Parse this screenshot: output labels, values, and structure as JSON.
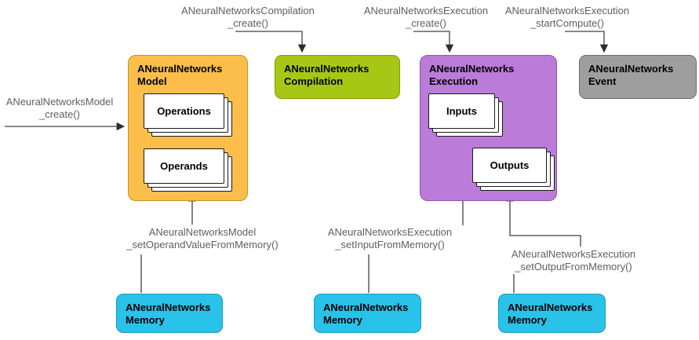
{
  "boxes": {
    "model": {
      "line1": "ANeuralNetworks",
      "line2": "Model"
    },
    "compilation": {
      "line1": "ANeuralNetworks",
      "line2": "Compilation"
    },
    "execution": {
      "line1": "ANeuralNetworks",
      "line2": "Execution"
    },
    "event": {
      "line1": "ANeuralNetworks",
      "line2": "Event"
    },
    "memory1": {
      "line1": "ANeuralNetworks",
      "line2": "Memory"
    },
    "memory2": {
      "line1": "ANeuralNetworks",
      "line2": "Memory"
    },
    "memory3": {
      "line1": "ANeuralNetworks",
      "line2": "Memory"
    }
  },
  "cards": {
    "operations": "Operations",
    "operands": "Operands",
    "inputs": "Inputs",
    "outputs": "Outputs"
  },
  "labels": {
    "model_create": {
      "line1": "ANeuralNetworksModel",
      "line2": "_create()"
    },
    "compilation_create": {
      "line1": "ANeuralNetworksCompilation",
      "line2": "_create()"
    },
    "execution_create": {
      "line1": "ANeuralNetworksExecution",
      "line2": "_create()"
    },
    "start_compute": {
      "line1": "ANeuralNetworksExecution",
      "line2": "_startCompute()"
    },
    "set_operand_value": {
      "line1": "ANeuralNetworksModel",
      "line2": "_setOperandValueFromMemory()"
    },
    "set_input": {
      "line1": "ANeuralNetworksExecution",
      "line2": "_setInputFromMemory()"
    },
    "set_output": {
      "line1": "ANeuralNetworksExecution",
      "line2": "_setOutputFromMemory()"
    }
  },
  "colors": {
    "model": "#FBBE4B",
    "compilation": "#A8C715",
    "execution": "#BA7CD8",
    "event": "#9E9E9E",
    "memory": "#29C2E8",
    "card": "#FFFFFF",
    "connector": "#424242",
    "label_text": "#5F5F5F"
  }
}
